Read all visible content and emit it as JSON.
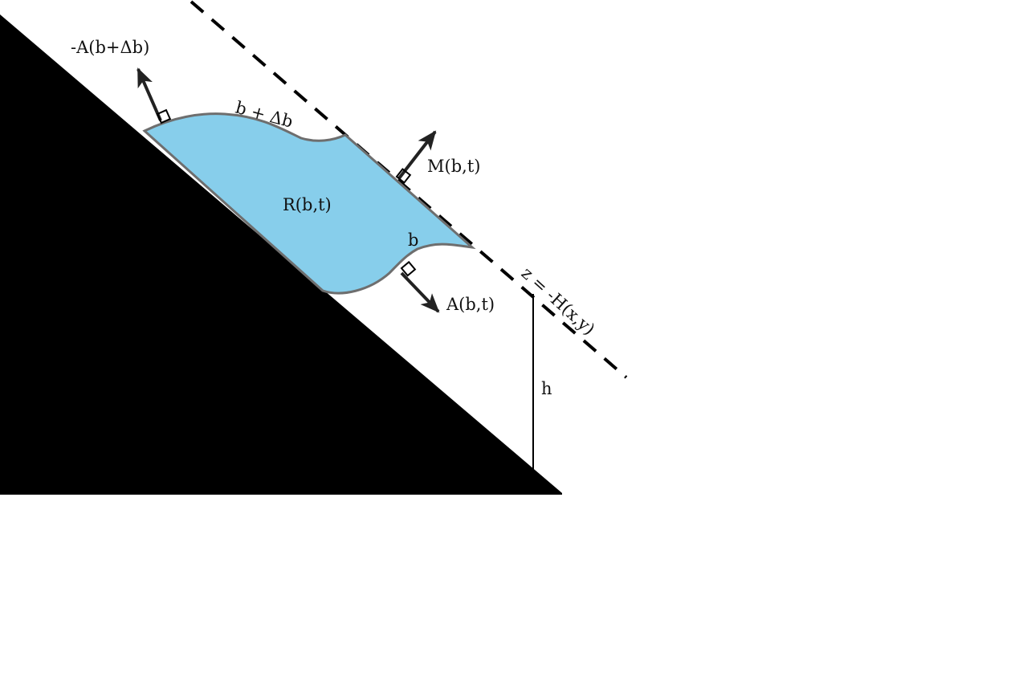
{
  "diagram": {
    "colors": {
      "slope_fill": "#000000",
      "region_fill": "#87ceeb",
      "region_stroke": "#6e6e6e",
      "arrow": "#222222",
      "dashed_line": "#000000"
    },
    "labels": {
      "upper_boundary_flux": "-A(b+Δb)",
      "upper_boundary_label": "b + Δb",
      "surface_flux": "M(b,t)",
      "region": "R(b,t)",
      "lower_boundary_label": "b",
      "lower_boundary_flux": "A(b,t)",
      "surface_equation": "z = -H(x,y)",
      "thickness": "h"
    },
    "icons": {
      "right_angle_marker": "right-angle-square-icon",
      "arrow_head": "arrowhead-icon"
    }
  }
}
